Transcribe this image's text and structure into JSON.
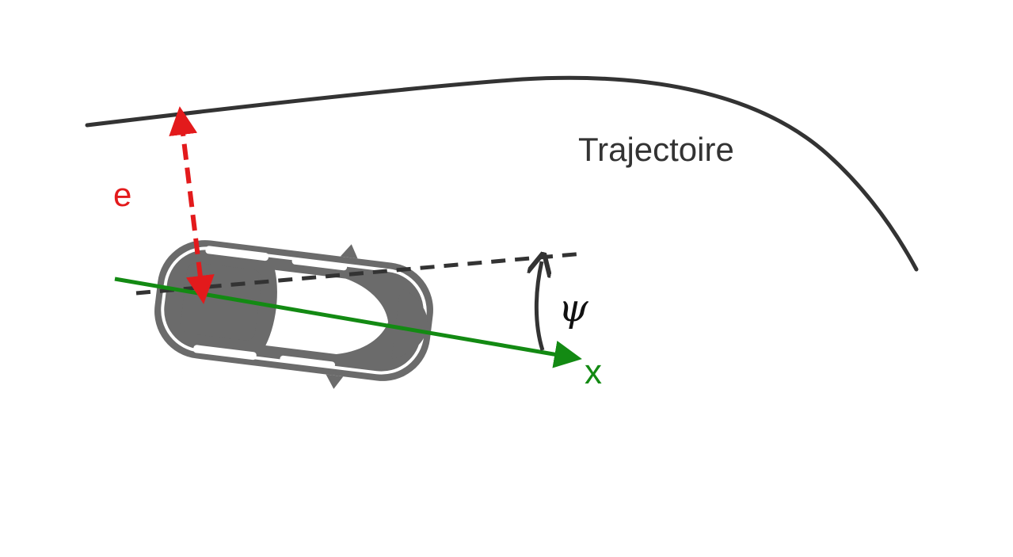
{
  "labels": {
    "trajectory": "Trajectoire",
    "lateral_error": "e",
    "heading_angle": "ψ",
    "x_axis": "x"
  },
  "colors": {
    "trajectory": "#333333",
    "error": "#e31a1c",
    "x_axis": "#138a13",
    "reference_line": "#333333",
    "car_body": "#6b6b6b",
    "background": "#ffffff"
  },
  "icons": {
    "vehicle": "car-top-view-icon"
  }
}
